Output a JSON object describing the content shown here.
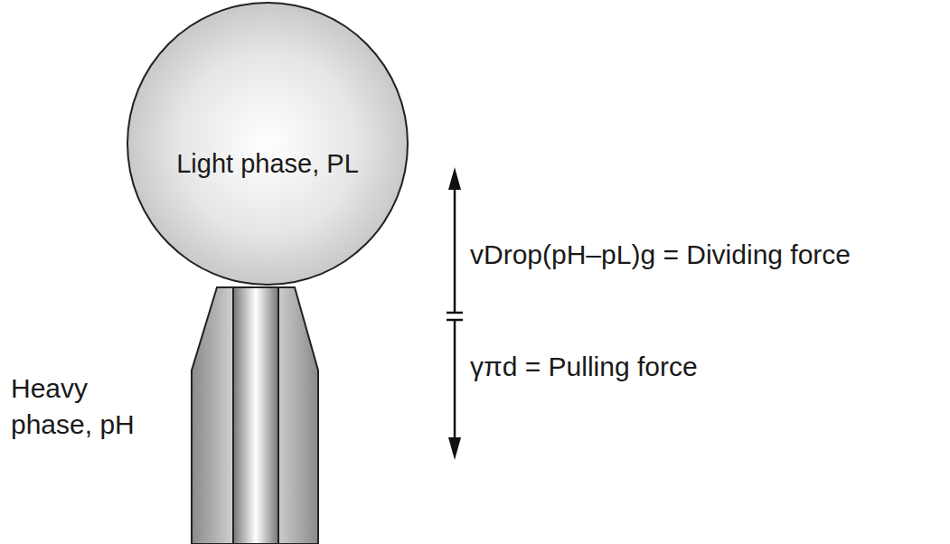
{
  "diagram": {
    "nodes": [
      {
        "text": [
          "Light phase, PL"
        ]
      }
    ],
    "labels": [
      "vDrop(pH–pL)g = Dividing force",
      "γπd = Pulling force",
      "Heavy phase, pH"
    ]
  }
}
